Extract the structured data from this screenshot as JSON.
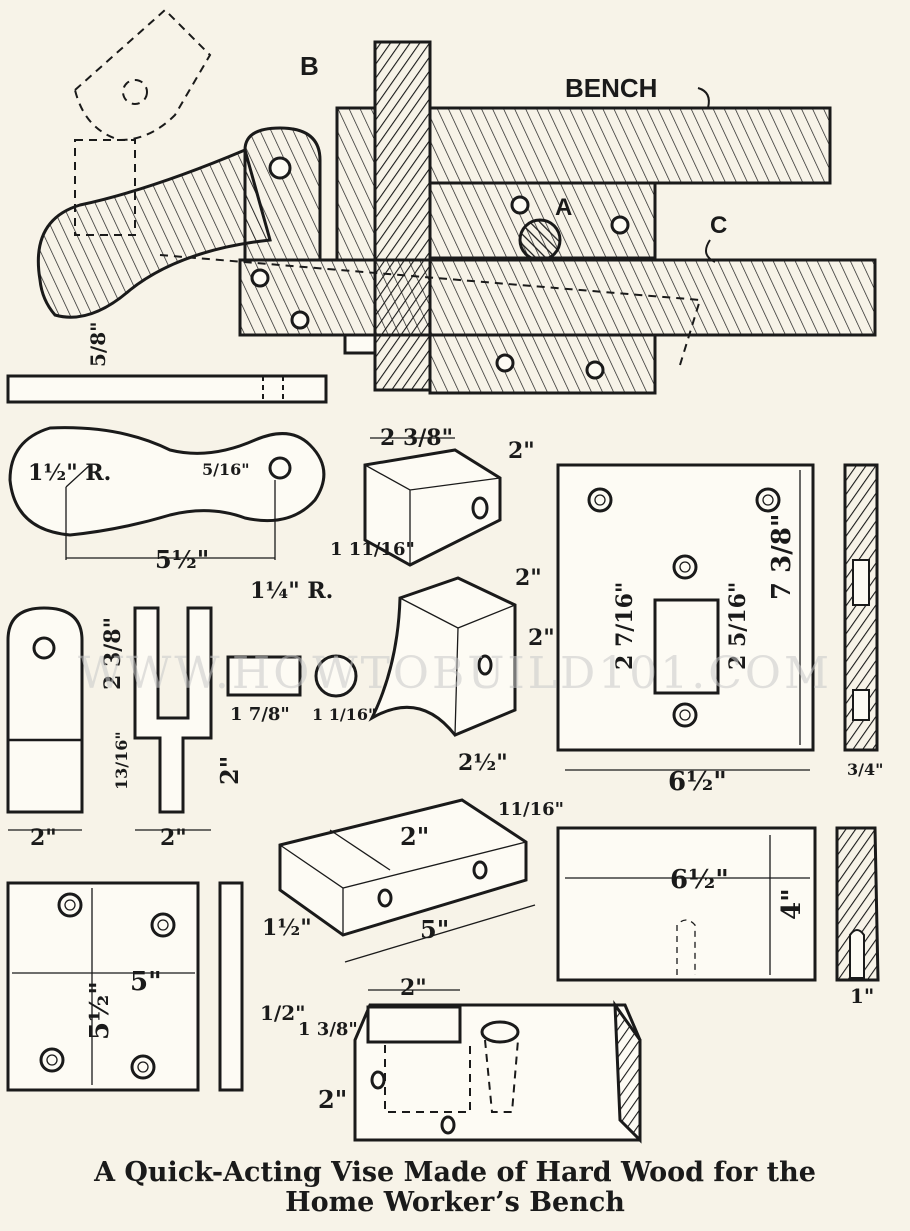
{
  "labels": {
    "b": "B",
    "a": "A",
    "c": "C",
    "bench": "BENCH"
  },
  "dimensions": {
    "d_5_8": "5/8\"",
    "d_1_1_2_r": "1½\" R.",
    "d_5_16_hole": "5/16\"",
    "d_5_1_2": "5½\"",
    "d_1_1_4_r": "1¼\" R.",
    "d_2_3_8_top": "2 3/8\"",
    "d_2_top": "2\"",
    "d_1_11_16": "1 11/16\"",
    "d_2_mid": "2\"",
    "d_2_mid_v": "2\"",
    "d_2_1_2": "2½\"",
    "d_2_3_8_side": "2 3/8\"",
    "d_13_16": "13/16\"",
    "d_2_fork_v": "2\"",
    "d_2_left": "2\"",
    "d_2_fork": "2\"",
    "d_1_7_8": "1 7/8\"",
    "d_1_1_16": "1 1/16\"",
    "d_7_3_8": "7 3/8\"",
    "d_2_7_16": "2 7/16\"",
    "d_2_5_16": "2 5/16\"",
    "d_6_1_2_top": "6½\"",
    "d_3_4": "3/4\"",
    "d_11_16": "11/16\"",
    "d_2_wedge": "2\"",
    "d_1_1_2_wedge": "1½\"",
    "d_5_wedge": "5\"",
    "d_6_1_2_low": "6½\"",
    "d_4": "4\"",
    "d_1": "1\"",
    "d_5_plate": "5\"",
    "d_5_1_2_plate": "5½\"",
    "d_1_2_plate": "1/2\"",
    "d_2_block": "2\"",
    "d_1_3_8": "1 3/8\"",
    "d_2_block_v": "2\""
  },
  "watermark": "WWW.HOWTOBUILD101.COM",
  "caption": {
    "line1": "A Quick-Acting Vise Made of Hard Wood for the",
    "line2": "Home Worker’s Bench"
  }
}
